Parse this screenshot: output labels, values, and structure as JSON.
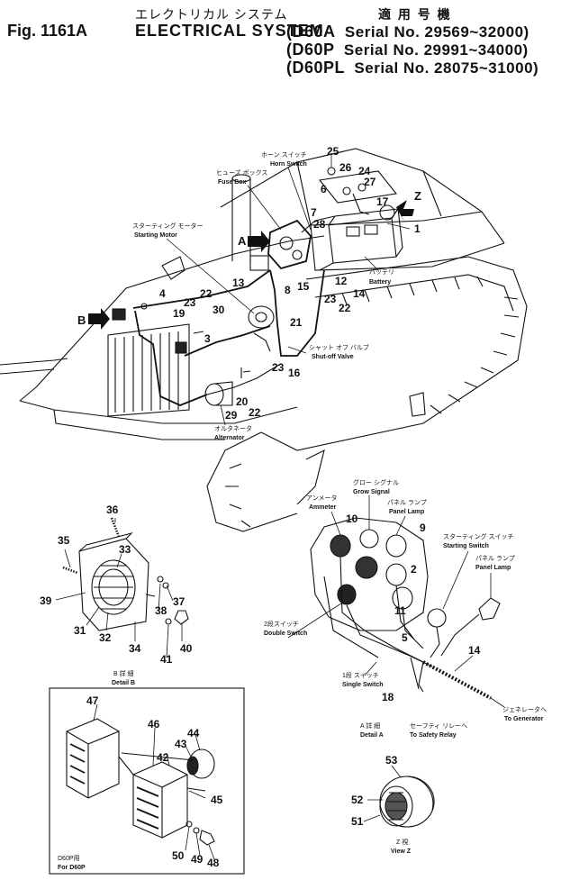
{
  "header": {
    "fig_label": "Fig. 1161A",
    "title_jp": "エレクトリカル システム",
    "title_en": "ELECTRICAL SYSTEM",
    "applicable_jp": "適 用 号 機",
    "serials": [
      {
        "model": "(D60A",
        "text": "Serial No. 29569~32000)"
      },
      {
        "model": "(D60P",
        "text": "Serial No. 29991~34000)"
      },
      {
        "model": "(D60PL",
        "text": "Serial No. 28075~31000)"
      }
    ]
  },
  "labels": {
    "horn_switch": {
      "jp": "ホーン スイッチ",
      "en": "Horn Switch"
    },
    "fuse_box": {
      "jp": "ヒューズ ボックス",
      "en": "Fuse Box"
    },
    "starting_motor": {
      "jp": "スターティング モーター",
      "en": "Starting Motor"
    },
    "battery": {
      "jp": "バッテリ",
      "en": "Battery"
    },
    "shutoff_valve": {
      "jp": "シャット オフ バルブ",
      "en": "Shut-off Valve"
    },
    "alternator": {
      "jp": "オルタネータ",
      "en": "Alternator"
    },
    "ammeter": {
      "jp": "アンメータ",
      "en": "Ammeter"
    },
    "grow_signal": {
      "jp": "グロー シグナル",
      "en": "Grow Signal"
    },
    "panel_lamp_1": {
      "jp": "パネル ランプ",
      "en": "Panel Lamp"
    },
    "starting_switch": {
      "jp": "スターティング スイッチ",
      "en": "Starting Switch"
    },
    "panel_lamp_2": {
      "jp": "パネル ランプ",
      "en": "Panel Lamp"
    },
    "double_switch": {
      "jp": "2段スイッチ",
      "en": "Double Switch"
    },
    "single_switch": {
      "jp": "1段 スイッチ",
      "en": "Single Switch"
    },
    "to_generator": {
      "jp": "ジェネレータへ",
      "en": "To Generator"
    },
    "to_safety_relay": {
      "jp": "セーフティ リレーへ",
      "en": "To Safety Relay"
    },
    "detail_a": {
      "jp": "A 詳 細",
      "en": "Detail A"
    },
    "detail_b": {
      "jp": "B 詳 細",
      "en": "Detail B"
    },
    "view_z": {
      "jp": "Z 視",
      "en": "View Z"
    },
    "for_d60p": {
      "jp": "D60P用",
      "en": "For D60P"
    }
  },
  "view_markers": {
    "a": "A",
    "b": "B",
    "z": "Z"
  },
  "part_numbers": {
    "p1": "1",
    "p2": "2",
    "p3": "3",
    "p4": "4",
    "p5": "5",
    "p6": "6",
    "p7": "7",
    "p8": "8",
    "p9": "9",
    "p10": "10",
    "p11": "11",
    "p12": "12",
    "p13": "13",
    "p14": "14",
    "p15": "15",
    "p16": "16",
    "p17": "17",
    "p18": "18",
    "p19": "19",
    "p20": "20",
    "p21": "21",
    "p22": "22",
    "p23": "23",
    "p24": "24",
    "p25": "25",
    "p26": "26",
    "p27": "27",
    "p28": "28",
    "p29": "29",
    "p30": "30",
    "p31": "31",
    "p32": "32",
    "p33": "33",
    "p34": "34",
    "p35": "35",
    "p36": "36",
    "p37": "37",
    "p38": "38",
    "p39": "39",
    "p40": "40",
    "p41": "41",
    "p42": "42",
    "p43": "43",
    "p44": "44",
    "p45": "45",
    "p46": "46",
    "p47": "47",
    "p48": "48",
    "p49": "49",
    "p50": "50",
    "p51": "51",
    "p52": "52",
    "p53": "53"
  }
}
